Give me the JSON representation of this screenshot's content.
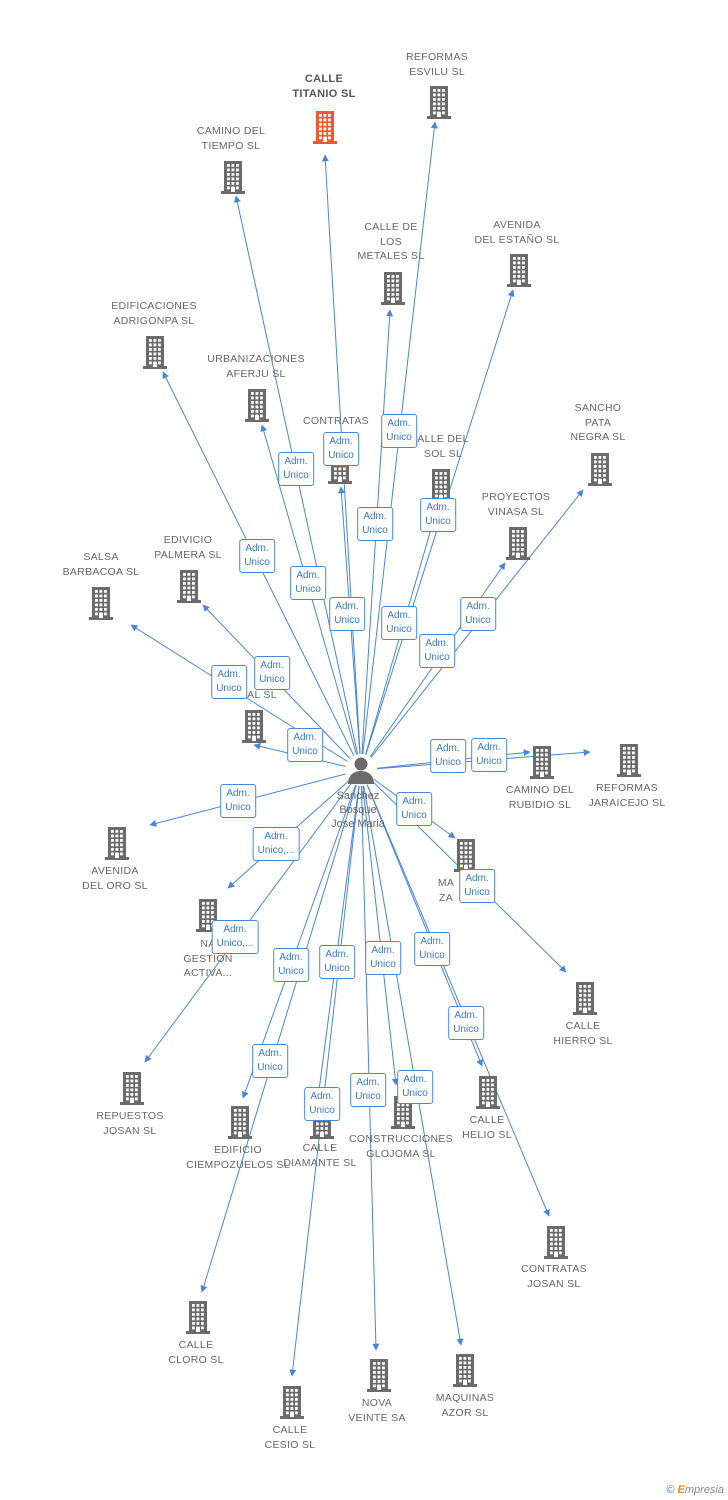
{
  "center": {
    "label": "Sanchez\nBosque\nJose Maria",
    "icon": "person-icon"
  },
  "colors": {
    "edge": "#4a86d8",
    "company": "#6b6b6b",
    "main_company": "#f05a30"
  },
  "companies": [
    {
      "id": "calle-titanio",
      "label": "CALLE\nTITANIO SL",
      "main": true
    },
    {
      "id": "reformas-esvilu",
      "label": "REFORMAS\nESVILU SL"
    },
    {
      "id": "camino-del-tiempo",
      "label": "CAMINO DEL\nTIEMPO SL"
    },
    {
      "id": "calle-de-los-metales",
      "label": "CALLE DE\nLOS\nMETALES SL"
    },
    {
      "id": "avenida-del-estano",
      "label": "AVENIDA\nDEL ESTAÑO SL"
    },
    {
      "id": "edificaciones-adrigonpa",
      "label": "EDIFICACIONES\nADRIGONPA SL"
    },
    {
      "id": "urbanizaciones-aferju",
      "label": "URBANIZACIONES\nAFERJU SL"
    },
    {
      "id": "contratas-jo",
      "label": "CONTRATAS\nJO"
    },
    {
      "id": "calle-del-sol",
      "label": "ALLE DEL\nSOL SL"
    },
    {
      "id": "sancho-pata-negra",
      "label": "SANCHO\nPATA\nNEGRA SL"
    },
    {
      "id": "proyectos-vinasa",
      "label": "PROYECTOS\nVINASA SL"
    },
    {
      "id": "edificio-palmera",
      "label": "EDIVICIO\nPALMERA SL"
    },
    {
      "id": "salsa-barbacoa",
      "label": "SALSA\nBARBACOA SL"
    },
    {
      "id": "hidden-al",
      "label": "AL SL"
    },
    {
      "id": "camino-del-rubidio",
      "label": "CAMINO DEL\nRUBIDIO SL"
    },
    {
      "id": "reformas-jaraicejo",
      "label": "REFORMAS\nJARAICEJO SL"
    },
    {
      "id": "avenida-del-oro",
      "label": "AVENIDA\nDEL ORO SL"
    },
    {
      "id": "maquinas-za",
      "label": "MA\nZA"
    },
    {
      "id": "nay-gestion",
      "label": "NA\nGESTION\nACTIVA..."
    },
    {
      "id": "calle-hierro",
      "label": "CALLE\nHIERRO SL"
    },
    {
      "id": "repuestos-josan",
      "label": "REPUESTOS\nJOSAN SL"
    },
    {
      "id": "edificio-ciempozuelos",
      "label": "EDIFICIO\nCIEMPOZUELOS SL"
    },
    {
      "id": "calle-diamante",
      "label": "CALLE\nDIAMANTE SL"
    },
    {
      "id": "construcciones-glojoma",
      "label": "CONSTRUCCIONES\nGLOJOMA SL"
    },
    {
      "id": "calle-helio",
      "label": "CALLE\nHELIO SL"
    },
    {
      "id": "contratas-josan",
      "label": "CONTRATAS\nJOSAN SL"
    },
    {
      "id": "calle-cloro",
      "label": "CALLE\nCLORO SL"
    },
    {
      "id": "calle-cesio",
      "label": "CALLE\nCESIO SL"
    },
    {
      "id": "nova-veinte",
      "label": "NOVA\nVEINTE SA"
    },
    {
      "id": "maquinas-azor",
      "label": "MAQUINAS\nAZOR SL"
    }
  ],
  "roles": [
    {
      "to": "calle-titanio",
      "label": "Adm.\nUnico"
    },
    {
      "to": "reformas-esvilu",
      "label": "Adm.\nUnico"
    },
    {
      "to": "camino-del-tiempo",
      "label": "Adm.\nUnico"
    },
    {
      "to": "calle-de-los-metales",
      "label": "Adm.\nUnico"
    },
    {
      "to": "avenida-del-estano",
      "label": "Adm.\nUnico"
    },
    {
      "to": "edificaciones-adrigonpa",
      "label": "Adm.\nUnico"
    },
    {
      "to": "urbanizaciones-aferju",
      "label": "Adm.\nUnico"
    },
    {
      "to": "contratas-jo",
      "label": "Adm.\nUnico"
    },
    {
      "to": "calle-del-sol",
      "label": "Adm.\nUnico"
    },
    {
      "to": "sancho-pata-negra",
      "label": "Adm.\nUnico"
    },
    {
      "to": "proyectos-vinasa",
      "label": "Adm.\nUnico"
    },
    {
      "to": "edificio-palmera",
      "label": "Adm.\nUnico"
    },
    {
      "to": "salsa-barbacoa",
      "label": "Adm.\nUnico"
    },
    {
      "to": "hidden-al",
      "label": "Adm.\nUnico"
    },
    {
      "to": "camino-del-rubidio",
      "label": "Adm.\nUnico"
    },
    {
      "to": "reformas-jaraicejo",
      "label": "Adm.\nUnico"
    },
    {
      "to": "avenida-del-oro",
      "label": "Adm.\nUnico"
    },
    {
      "to": "maquinas-za",
      "label": "Adm.\nUnico"
    },
    {
      "to": "nay-gestion",
      "label": "Adm.\nUnico,..."
    },
    {
      "to": "calle-hierro",
      "label": "Adm.\nUnico"
    },
    {
      "to": "repuestos-josan",
      "label": "Adm.\nUnico,..."
    },
    {
      "to": "edificio-ciempozuelos",
      "label": "Adm.\nUnico"
    },
    {
      "to": "calle-diamante",
      "label": "Adm.\nUnico"
    },
    {
      "to": "construcciones-glojoma",
      "label": "Adm.\nUnico"
    },
    {
      "to": "calle-helio",
      "label": "Adm.\nUnico"
    },
    {
      "to": "contratas-josan",
      "label": "Adm.\nUnico"
    },
    {
      "to": "calle-cloro",
      "label": "Adm.\nUnico"
    },
    {
      "to": "calle-cesio",
      "label": "Adm.\nUnico"
    },
    {
      "to": "nova-veinte",
      "label": "Adm.\nUnico"
    },
    {
      "to": "maquinas-azor",
      "label": "Adm.\nUnico"
    }
  ],
  "footer": {
    "copyright": "©",
    "brand_first": "E",
    "brand_rest": "mpresia"
  }
}
